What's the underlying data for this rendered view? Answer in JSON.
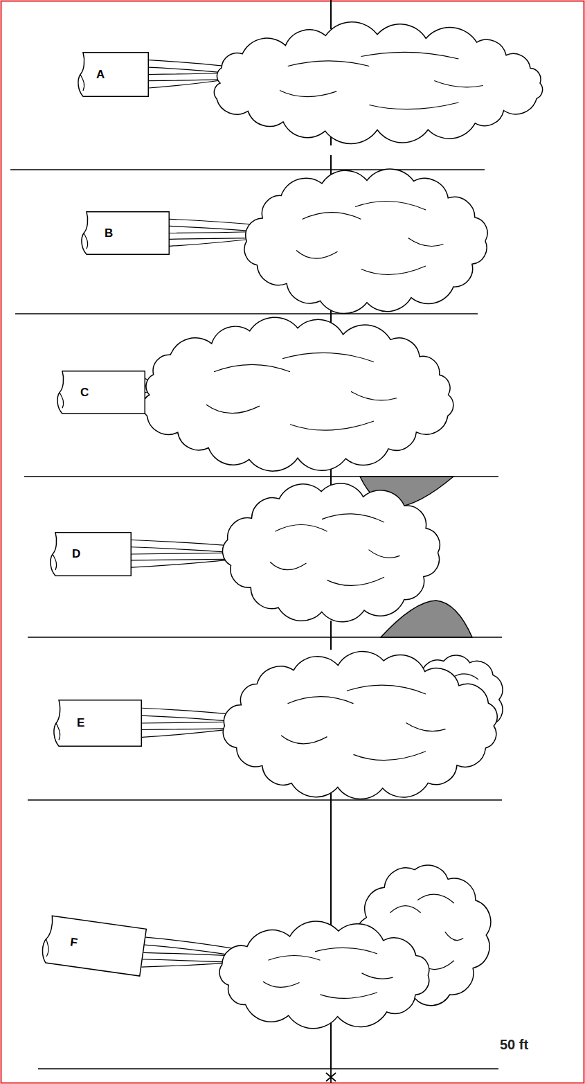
{
  "diagram": {
    "nodes": [
      {
        "text": [
          "A"
        ]
      },
      {
        "text": [
          "B"
        ]
      },
      {
        "text": [
          "C"
        ]
      },
      {
        "text": [
          "D"
        ]
      },
      {
        "text": [
          "E"
        ]
      },
      {
        "text": [
          "F"
        ]
      }
    ],
    "labels": [
      "50 ft"
    ]
  }
}
